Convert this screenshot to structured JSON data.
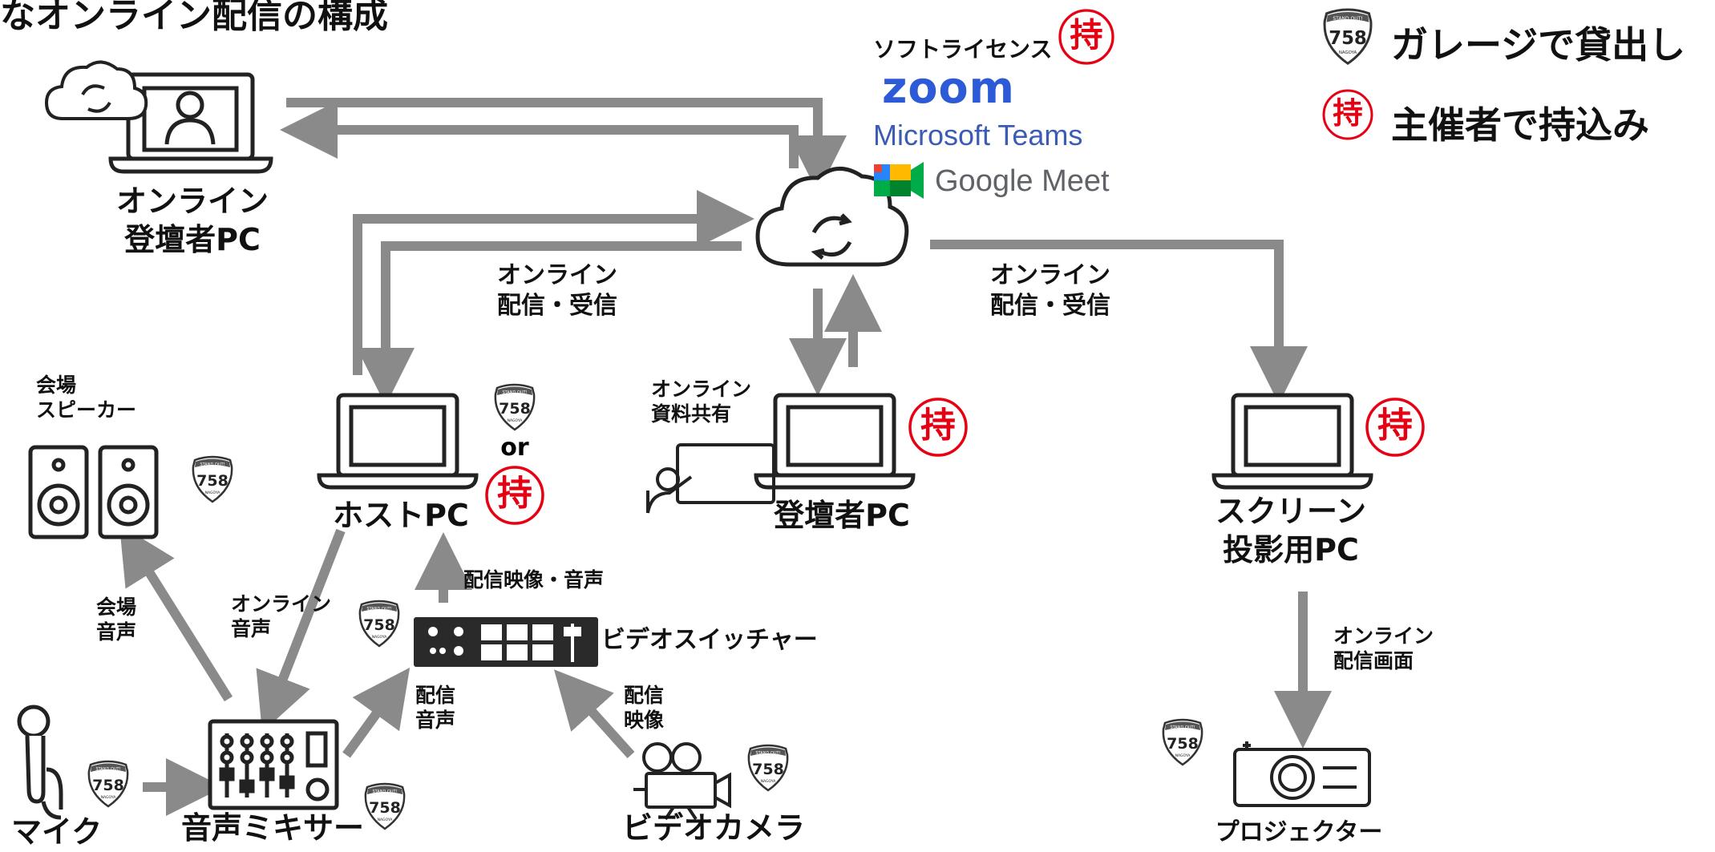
{
  "title": "なオンライン配信の構成",
  "legend": {
    "garage_text": "ガレージで貸出し",
    "host_text": "主催者で持込み"
  },
  "badges": {
    "station_number": "758",
    "station_top": "STAND OUT!",
    "station_bottom": "NAGOYA",
    "mochi_char": "持",
    "or_text": "or"
  },
  "software": {
    "heading": "ソフトライセンス",
    "zoom": "zoom",
    "teams": "Microsoft Teams",
    "meet": "Google Meet"
  },
  "nodes": {
    "online_speaker_pc": "オンライン\n登壇者PC",
    "host_pc": "ホストPC",
    "speaker_pc": "登壇者PC",
    "screen_pc": "スクリーン\n投影用PC",
    "venue_speaker": "会場\nスピーカー",
    "video_switcher": "ビデオスイッチャー",
    "audio_mixer": "音声ミキサー",
    "mic": "マイク",
    "video_camera": "ビデオカメラ",
    "projector": "プロジェクター",
    "material_share": "オンライン\n資料共有"
  },
  "flows": {
    "online_tx_rx_left": "オンライン\n配信・受信",
    "online_tx_rx_right": "オンライン\n配信・受信",
    "switcher_out": "配信映像・音声",
    "venue_audio": "会場\n音声",
    "online_audio": "オンライン\n音声",
    "stream_audio": "配信\n音声",
    "stream_video": "配信\n映像",
    "stream_screen": "オンライン\n配信画面"
  },
  "colors": {
    "arrow": "#8a8a8a",
    "mochi_red": "#e60012",
    "zoom_blue": "#2d5bd8",
    "teams_blue": "#3b5bb5",
    "meet_green": "#00ac47",
    "meet_yellow": "#ffba00",
    "meet_blue": "#2684fc",
    "meet_red": "#ea4335"
  }
}
